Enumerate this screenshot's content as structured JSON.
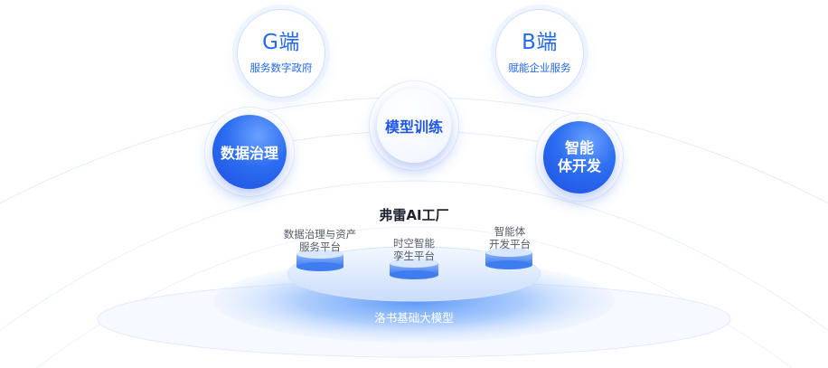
{
  "g_side": {
    "title": "G端",
    "subtitle": "服务数字政府"
  },
  "b_side": {
    "title": "B端",
    "subtitle": "赋能企业服务"
  },
  "capabilities": {
    "data_governance": "数据治理",
    "model_training": "模型训练",
    "agent_line1": "智能",
    "agent_line2": "体开发"
  },
  "factory_title": "弗雷AI工厂",
  "platforms": {
    "data_asset_line1": "数据治理与资产",
    "data_asset_line2": "服务平台",
    "spatiotemporal_line1": "时空智能",
    "spatiotemporal_line2": "孪生平台",
    "agent_dev_line1": "智能体",
    "agent_dev_line2": "开发平台"
  },
  "foundation": "洛书基础大模型",
  "colors": {
    "primary": "#2468ec",
    "accent": "#1c4fe0",
    "light": "#e6effd"
  }
}
